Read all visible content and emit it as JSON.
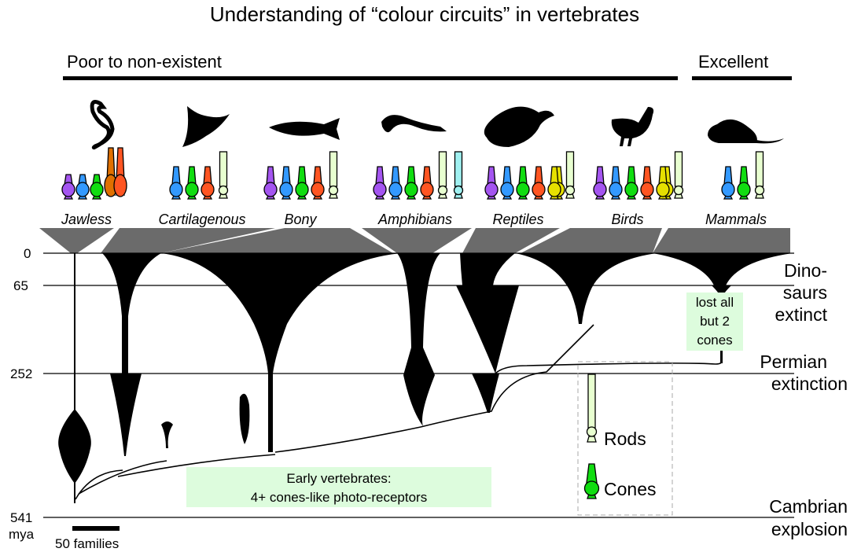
{
  "title": "Understanding of “colour circuits” in vertebrates",
  "quality": {
    "poor": "Poor to non-existent",
    "excellent": "Excellent"
  },
  "colors": {
    "violet": "#a455f0",
    "blue": "#3399ff",
    "green": "#11dd11",
    "red": "#ff5522",
    "orange": "#e07000",
    "yellow": "#e6e000",
    "rod": "#e8ffd0",
    "cyanrod": "#a0f0f0",
    "box": "#ddfcdd"
  },
  "groups": [
    {
      "name": "Jawless",
      "receptors": [
        "violet",
        "blue",
        "green",
        "orange-tall",
        "red-tall"
      ]
    },
    {
      "name": "Cartilagenous",
      "receptors": [
        "blue",
        "green",
        "red",
        "rod"
      ]
    },
    {
      "name": "Bony",
      "receptors": [
        "violet",
        "blue",
        "green",
        "red",
        "rod"
      ]
    },
    {
      "name": "Amphibians",
      "receptors": [
        "violet",
        "blue",
        "green",
        "red",
        "rod",
        "cyanrod"
      ]
    },
    {
      "name": "Reptiles",
      "receptors": [
        "violet",
        "blue",
        "green",
        "red",
        "yellow-double",
        "rod"
      ]
    },
    {
      "name": "Birds",
      "receptors": [
        "violet",
        "blue",
        "green",
        "red",
        "yellow-double",
        "rod"
      ]
    },
    {
      "name": "Mammals",
      "receptors": [
        "blue",
        "green",
        "rod"
      ]
    }
  ],
  "timescale": {
    "t0": "0",
    "t65": "65",
    "t252": "252",
    "t541": "541",
    "unit": "mya"
  },
  "events": {
    "dino1": "Dino-",
    "dino2": "saurs",
    "dino3": "extinct",
    "perm1": "Permian",
    "perm2": "extinction",
    "camb1": "Cambrian",
    "camb2": "explosion"
  },
  "notes": {
    "mammal": [
      "lost all",
      "but 2",
      "cones"
    ],
    "early1": "Early vertebrates:",
    "early2": "4+ cones-like photo-receptors"
  },
  "legend": {
    "rods": "Rods",
    "cones": "Cones"
  },
  "scale": "50 families"
}
